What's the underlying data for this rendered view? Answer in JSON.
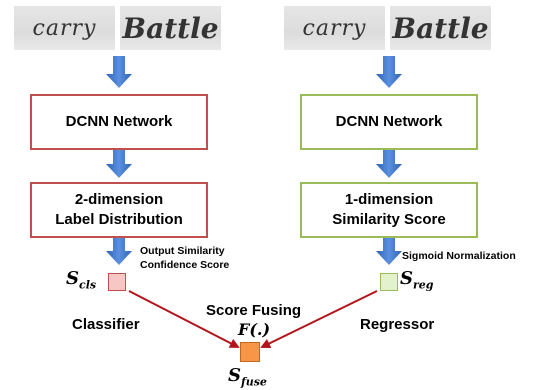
{
  "left": {
    "word1": "carry",
    "word2": "Battle",
    "box1": "DCNN Network",
    "box2_line1": "2-dimension",
    "box2_line2": "Label Distribution",
    "note_line1": "Output Similarity",
    "note_line2": "Confidence Score",
    "score_base": "S",
    "score_sub": "cls",
    "role": "Classifier"
  },
  "right": {
    "word1": "carry",
    "word2": "Battle",
    "box1": "DCNN Network",
    "box2_line1": "1-dimension",
    "box2_line2": "Similarity Score",
    "note": "Sigmoid Normalization",
    "score_base": "S",
    "score_sub": "reg",
    "role": "Regressor"
  },
  "fusion": {
    "title": "Score Fusing",
    "func": "F(.)",
    "score_base": "S",
    "score_sub": "fuse"
  },
  "colors": {
    "red_border": "#c0504d",
    "green_border": "#9bbb59",
    "arrow_blue": "#3f78c9",
    "fuse_arrow": "#b3141b",
    "cls_fill": "#f7c6c5",
    "reg_fill": "#e3f2cc",
    "fuse_fill": "#f79646"
  }
}
